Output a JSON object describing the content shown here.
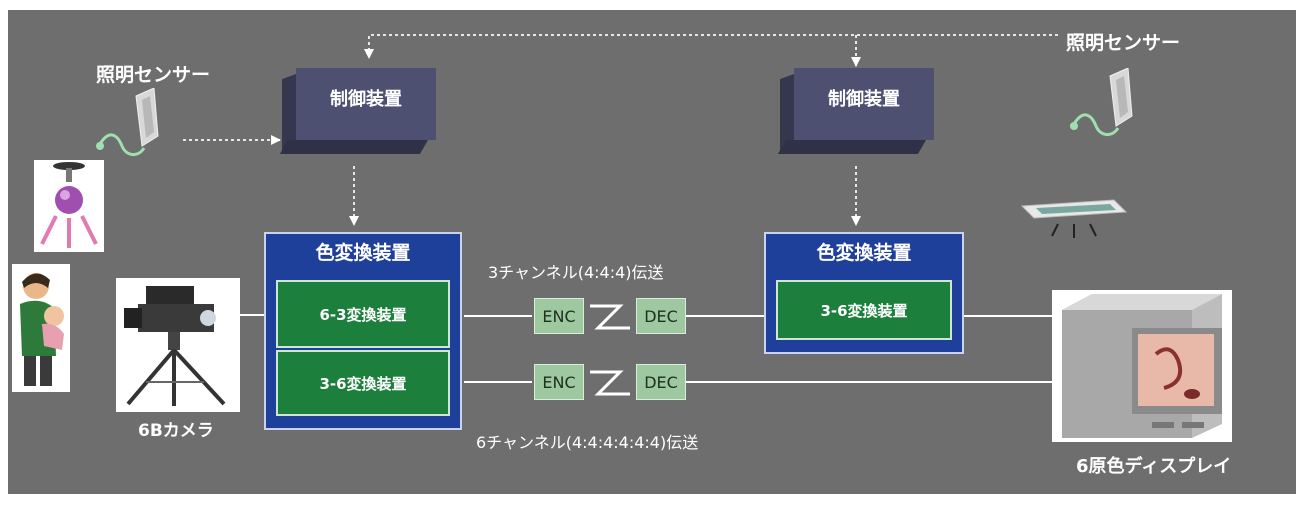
{
  "sensor_left": {
    "label": "照明センサー"
  },
  "sensor_right": {
    "label": "照明センサー"
  },
  "control_left": {
    "label": "制御装置"
  },
  "control_right": {
    "label": "制御装置"
  },
  "converter_left": {
    "title": "色変換装置",
    "sub_top": "6-3変換装置",
    "sub_bottom": "3-6変換装置"
  },
  "converter_right": {
    "title": "色変換装置",
    "sub": "3-6変換装置"
  },
  "channel_3_label": "3チャンネル(4:4:4)伝送",
  "channel_6_label": "6チャンネル(4:4:4:4:4:4)伝送",
  "codec": {
    "enc_top": "ENC",
    "dec_top": "DEC",
    "enc_bottom": "ENC",
    "dec_bottom": "DEC"
  },
  "camera_label": "6Bカメラ",
  "display_label": "6原色ディスプレイ",
  "colors": {
    "background": "#6e6e6e",
    "control_box": "#4d5070",
    "converter_box": "#1e3f9a",
    "sub_converter": "#1d7f3c",
    "codec_box": "#9ec9a0",
    "sensor_wire": "#9ee0b0"
  },
  "icons": [
    "light-sensor-icon",
    "ceiling-lamp-icon",
    "mother-child-subject-icon",
    "camera-on-tripod-icon",
    "ceiling-fluorescent-lamp-icon",
    "crt-display-icon"
  ]
}
